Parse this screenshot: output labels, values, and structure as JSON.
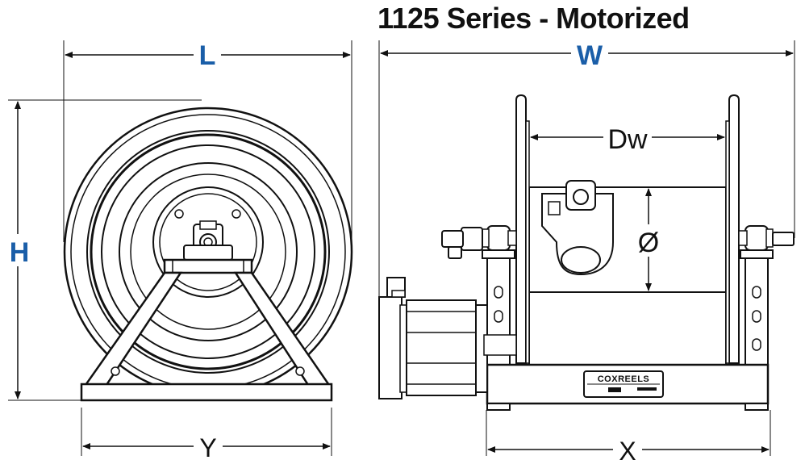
{
  "title": "1125 Series - Motorized",
  "dimensions": {
    "length": "L",
    "width": "W",
    "height": "H",
    "base_y": "Y",
    "base_x": "X",
    "drum_width": "Dw",
    "drum_diameter": "Ø"
  },
  "brand_plate": "COXREELS",
  "colors": {
    "primary_dimension_label": "#1a5ea8",
    "line": "#111111",
    "fill": "#ffffff"
  }
}
